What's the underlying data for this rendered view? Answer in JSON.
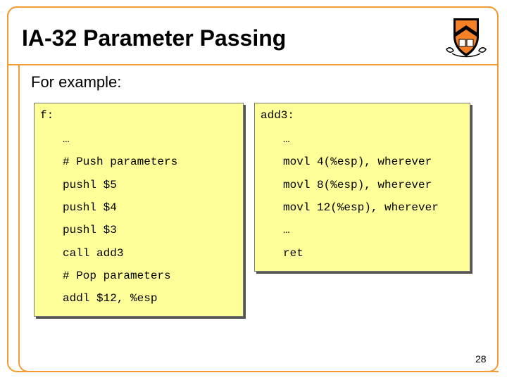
{
  "slide": {
    "title": "IA-32 Parameter Passing",
    "intro": "For example:",
    "page_number": "28",
    "accent_color": "#f39c34",
    "code_background": "#ffff99"
  },
  "logo": {
    "icon": "princeton-shield-icon",
    "colors": {
      "shield": "#000000",
      "field": "#f58025"
    }
  },
  "code_f": {
    "label": "f:",
    "lines": [
      "…",
      "# Push parameters",
      "pushl $5",
      "pushl $4",
      "pushl $3",
      "call add3",
      "# Pop parameters",
      "addl $12, %esp"
    ]
  },
  "code_add3": {
    "label": "add3:",
    "lines": [
      "…",
      "movl 4(%esp), wherever",
      "movl 8(%esp), wherever",
      "movl 12(%esp), wherever",
      "…",
      "ret"
    ]
  }
}
